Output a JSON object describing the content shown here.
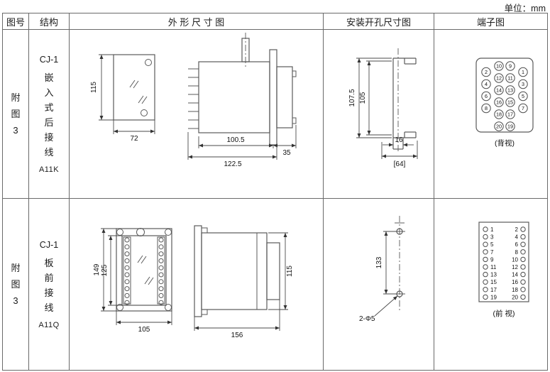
{
  "unit_label": "单位：mm",
  "headers": {
    "figure_no": "图号",
    "structure": "结构",
    "outline": "外 形 尺 寸 图",
    "mounting": "安装开孔尺寸图",
    "terminal": "端子图"
  },
  "rows": [
    {
      "figure_no": "附图3",
      "structure": {
        "model": "CJ-1",
        "type": "嵌入式后接线",
        "code": "A11K"
      },
      "outline": {
        "front_height": "115",
        "front_width": "72",
        "body_depth": "100.5",
        "total_depth": "122.5",
        "rear_depth": "35"
      },
      "mounting": {
        "outer_height": "107.5",
        "inner_height": "105",
        "tab_width": "16",
        "bracket_width": "[64]"
      },
      "terminal": {
        "caption": "(背视)",
        "outer_left": [
          "2",
          "4",
          "6",
          "8"
        ],
        "mid_left": [
          "10",
          "12",
          "14",
          "16",
          "18",
          "20"
        ],
        "mid_right": [
          "9",
          "11",
          "13",
          "15",
          "17",
          "19"
        ],
        "outer_right": [
          "1",
          "3",
          "5",
          "7"
        ]
      }
    },
    {
      "figure_no": "附图3",
      "structure": {
        "model": "CJ-1",
        "type": "板前接线",
        "code": "A11Q"
      },
      "outline": {
        "outer_height": "149",
        "inner_height": "125",
        "front_width": "105",
        "side_depth": "156",
        "side_height": "115"
      },
      "mounting": {
        "hole_spacing": "133",
        "hole_label": "2-Φ5"
      },
      "terminal": {
        "caption": "(前 视)",
        "left": [
          "1",
          "3",
          "5",
          "7",
          "9",
          "11",
          "13",
          "15",
          "17",
          "19"
        ],
        "right": [
          "2",
          "4",
          "6",
          "8",
          "10",
          "12",
          "14",
          "16",
          "18",
          "20"
        ]
      }
    }
  ]
}
